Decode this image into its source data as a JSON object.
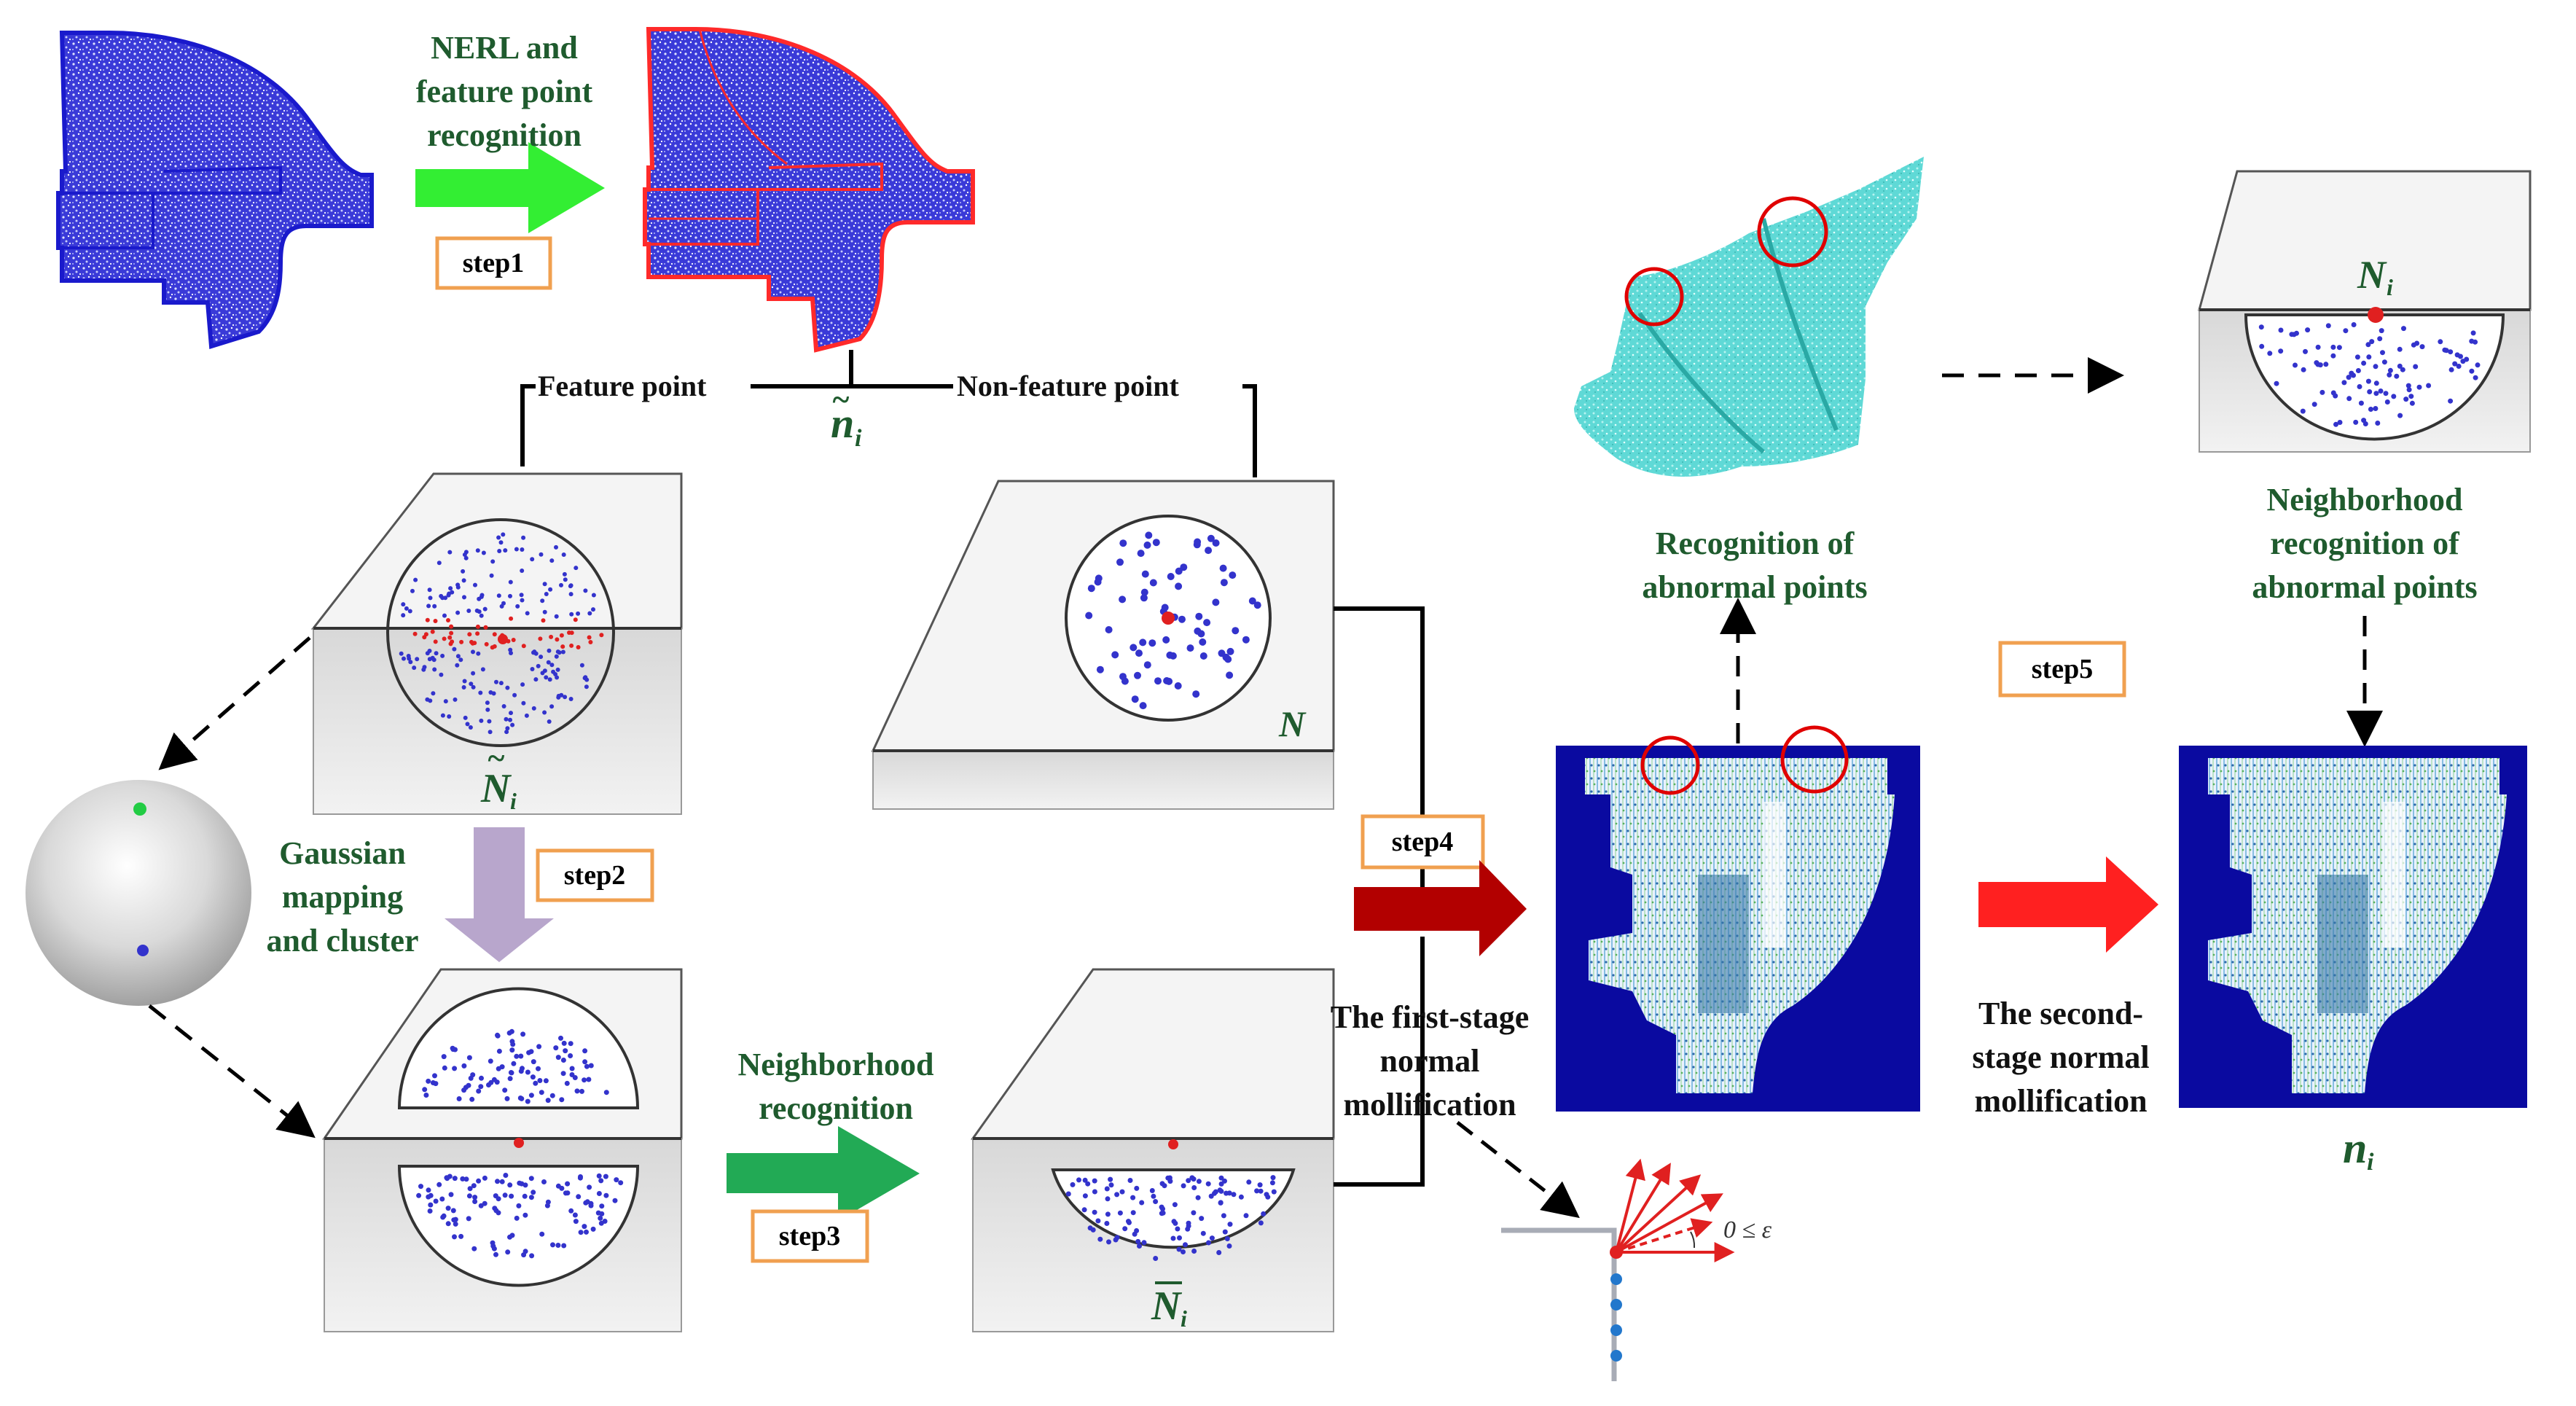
{
  "labels": {
    "nerl": [
      "NERL and",
      "feature point",
      "recognition"
    ],
    "feature_point": "Feature point",
    "non_feature_point": "Non-feature point",
    "gaussian": [
      "Gaussian",
      "mapping",
      "and cluster"
    ],
    "neighborhood_recognition": [
      "Neighborhood",
      "recognition"
    ],
    "first_stage": [
      "The first-stage",
      "normal",
      "mollification"
    ],
    "recognition_abnormal": [
      "Recognition of",
      "abnormal points"
    ],
    "neighborhood_abnormal": [
      "Neighborhood",
      "recognition of",
      "abnormal points"
    ],
    "second_stage": [
      "The second-",
      "stage normal",
      "mollification"
    ],
    "epsilon": "0 ≤ ε"
  },
  "steps": [
    "step1",
    "step2",
    "step3",
    "step4",
    "step5"
  ],
  "symbols": {
    "n_tilde_i": "n",
    "n_tilde_i_sub": "i",
    "N_tilde_i": "N",
    "N_tilde_i_sub": "i",
    "N": "N",
    "N_bar_i": "N",
    "N_bar_i_sub": "i",
    "N_i": "N",
    "N_i_sub": "i",
    "n_i": "n",
    "n_i_sub": "i"
  },
  "colors": {
    "label_green": "#1f5b2e",
    "step_border": "#f0a050",
    "arrow_green_light": "#33ee33",
    "arrow_green_dark": "#22aa55",
    "arrow_red_dark": "#b20000",
    "arrow_red": "#ff2020",
    "arrow_purple": "#b8a6cc",
    "point_blue": "#3333cc",
    "point_red": "#e02020",
    "mesh_blue": "#2222cc",
    "mesh_cyan": "#66dddd",
    "normal_bg": "#0a0aa0"
  }
}
